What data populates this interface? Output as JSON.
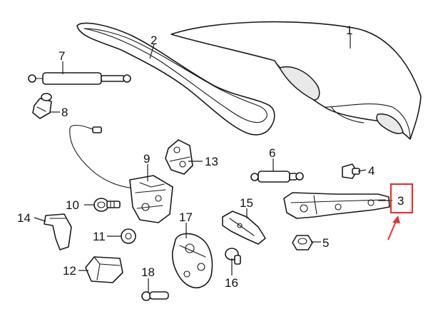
{
  "diagram": {
    "callouts": {
      "c1": "1",
      "c2": "2",
      "c3": "3",
      "c4": "4",
      "c5": "5",
      "c6": "6",
      "c7": "7",
      "c8": "8",
      "c9": "9",
      "c10": "10",
      "c11": "11",
      "c12": "12",
      "c13": "13",
      "c14": "14",
      "c15": "15",
      "c16": "16",
      "c17": "17",
      "c18": "18"
    },
    "highlight": {
      "callout": "3",
      "color": "#e8322b"
    },
    "line_color": "#1a1a1a"
  }
}
